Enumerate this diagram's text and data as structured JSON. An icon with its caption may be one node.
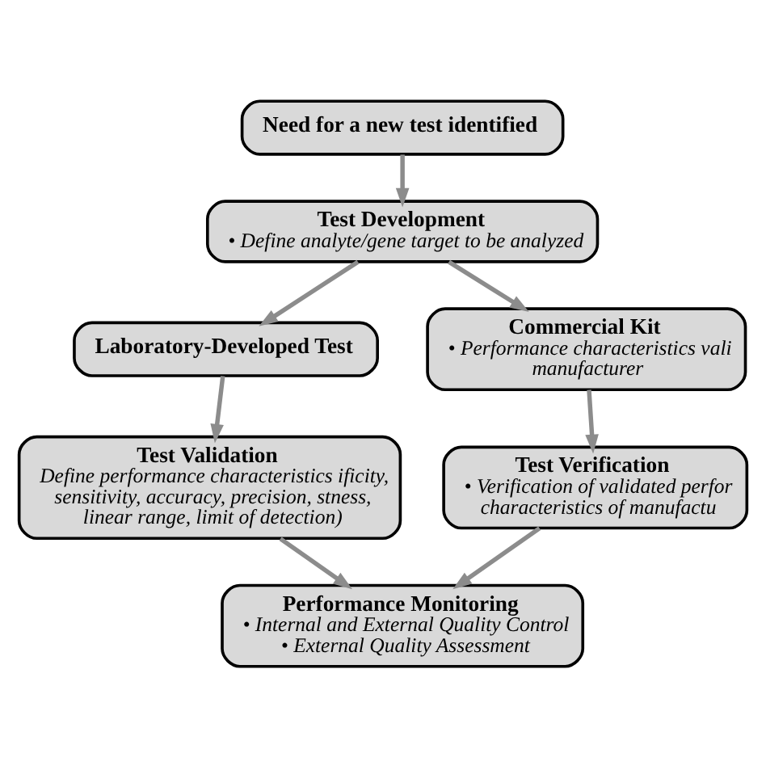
{
  "diagram": {
    "nodes": [
      {
        "text": [
          "Need for a new test identified"
        ]
      },
      {
        "text": [
          "Test Development",
          "• Define analyte/gene target to be analyzed"
        ]
      },
      {
        "text": [
          "Laboratory-Developed Test"
        ]
      },
      {
        "text": [
          "Commercial Kit",
          "• Performance characteristics vali manufacturer"
        ]
      },
      {
        "text": [
          "Test Validation",
          "Define performance characteristics ificity, sensitivity, accuracy, precision, stness, linear range, limit of detection)"
        ]
      },
      {
        "text": [
          "Test Verification",
          "• Verification of validated perfor characteristics of manufactu"
        ]
      },
      {
        "text": [
          "Performance Monitoring",
          "• Internal and External Quality Control",
          "• External Quality Assessment"
        ]
      }
    ],
    "edges": [
      {
        "from": 0,
        "to": 1,
        "arrow": "to"
      },
      {
        "from": 1,
        "to": 2,
        "arrow": "to"
      },
      {
        "from": 1,
        "to": 3,
        "arrow": "to"
      },
      {
        "from": 2,
        "to": 4,
        "arrow": "to"
      },
      {
        "from": 3,
        "to": 5,
        "arrow": "to"
      },
      {
        "from": 4,
        "to": 6,
        "arrow": "to"
      },
      {
        "from": 5,
        "to": 6,
        "arrow": "to"
      }
    ]
  }
}
